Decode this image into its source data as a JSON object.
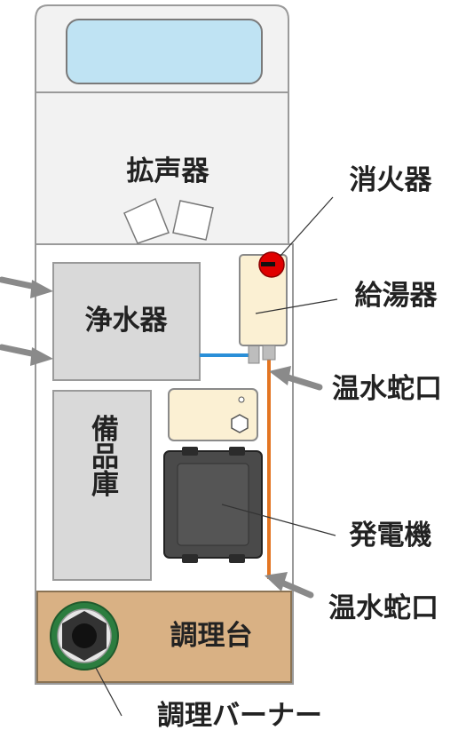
{
  "labels": {
    "speaker": "拡声器",
    "fire_extinguisher": "消火器",
    "water_heater": "給湯器",
    "water_purifier": "浄水器",
    "hot_tap_upper": "温水蛇口",
    "storage": "備品庫",
    "generator": "発電機",
    "hot_tap_lower": "温水蛇口",
    "cooking_counter": "調理台",
    "cooking_burner": "調理バーナー"
  },
  "colors": {
    "cab_fill": "#f2f2f2",
    "window_fill": "#bfe3f3",
    "unit_fill": "#d9d9d9",
    "counter_fill": "#d9b184",
    "extinguisher": "#e00000",
    "heater_fill": "#fbf0d3",
    "generator_fill": "#4a4a4a",
    "pipe_blue": "#2a8fd8",
    "pipe_orange": "#e37522",
    "burner_ring": "#2c7d3f"
  }
}
